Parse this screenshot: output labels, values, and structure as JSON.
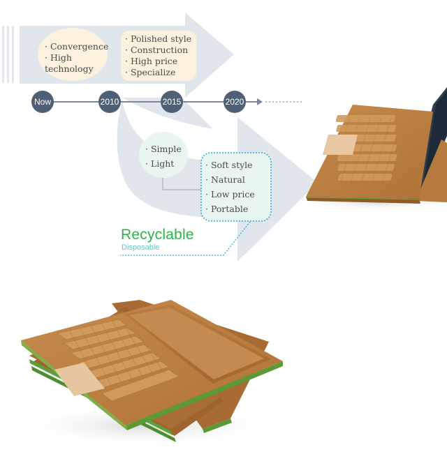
{
  "timeline": {
    "nodes": [
      "Now",
      "2010",
      "2015",
      "2020"
    ],
    "colors": {
      "node": "#4f6076",
      "line": "#7c8799",
      "arrow": "#dde3ea"
    }
  },
  "upper_path": {
    "left_bubble": [
      "Convergence",
      "High technology"
    ],
    "right_bubble": [
      "Polished style",
      "Construction",
      "High price",
      "Specialize"
    ],
    "bubble_fill": "#fcf0de"
  },
  "lower_path": {
    "left_bubble": [
      "Simple",
      "Light"
    ],
    "right_bubble": [
      "Soft style",
      "Natural",
      "Low price",
      "Portable"
    ],
    "bubble_fill": "#e8f6ef",
    "dotted_border": "#2aa7d6"
  },
  "labels": {
    "main": "Recyclable",
    "sub": "Disposable",
    "main_color": "#2db24a",
    "sub_color": "#59c8c8"
  },
  "images": [
    {
      "name": "cardboard-laptop-side-view-image",
      "material": "cardboard"
    },
    {
      "name": "cardboard-laptop-stack-image",
      "material": "cardboard"
    }
  ]
}
